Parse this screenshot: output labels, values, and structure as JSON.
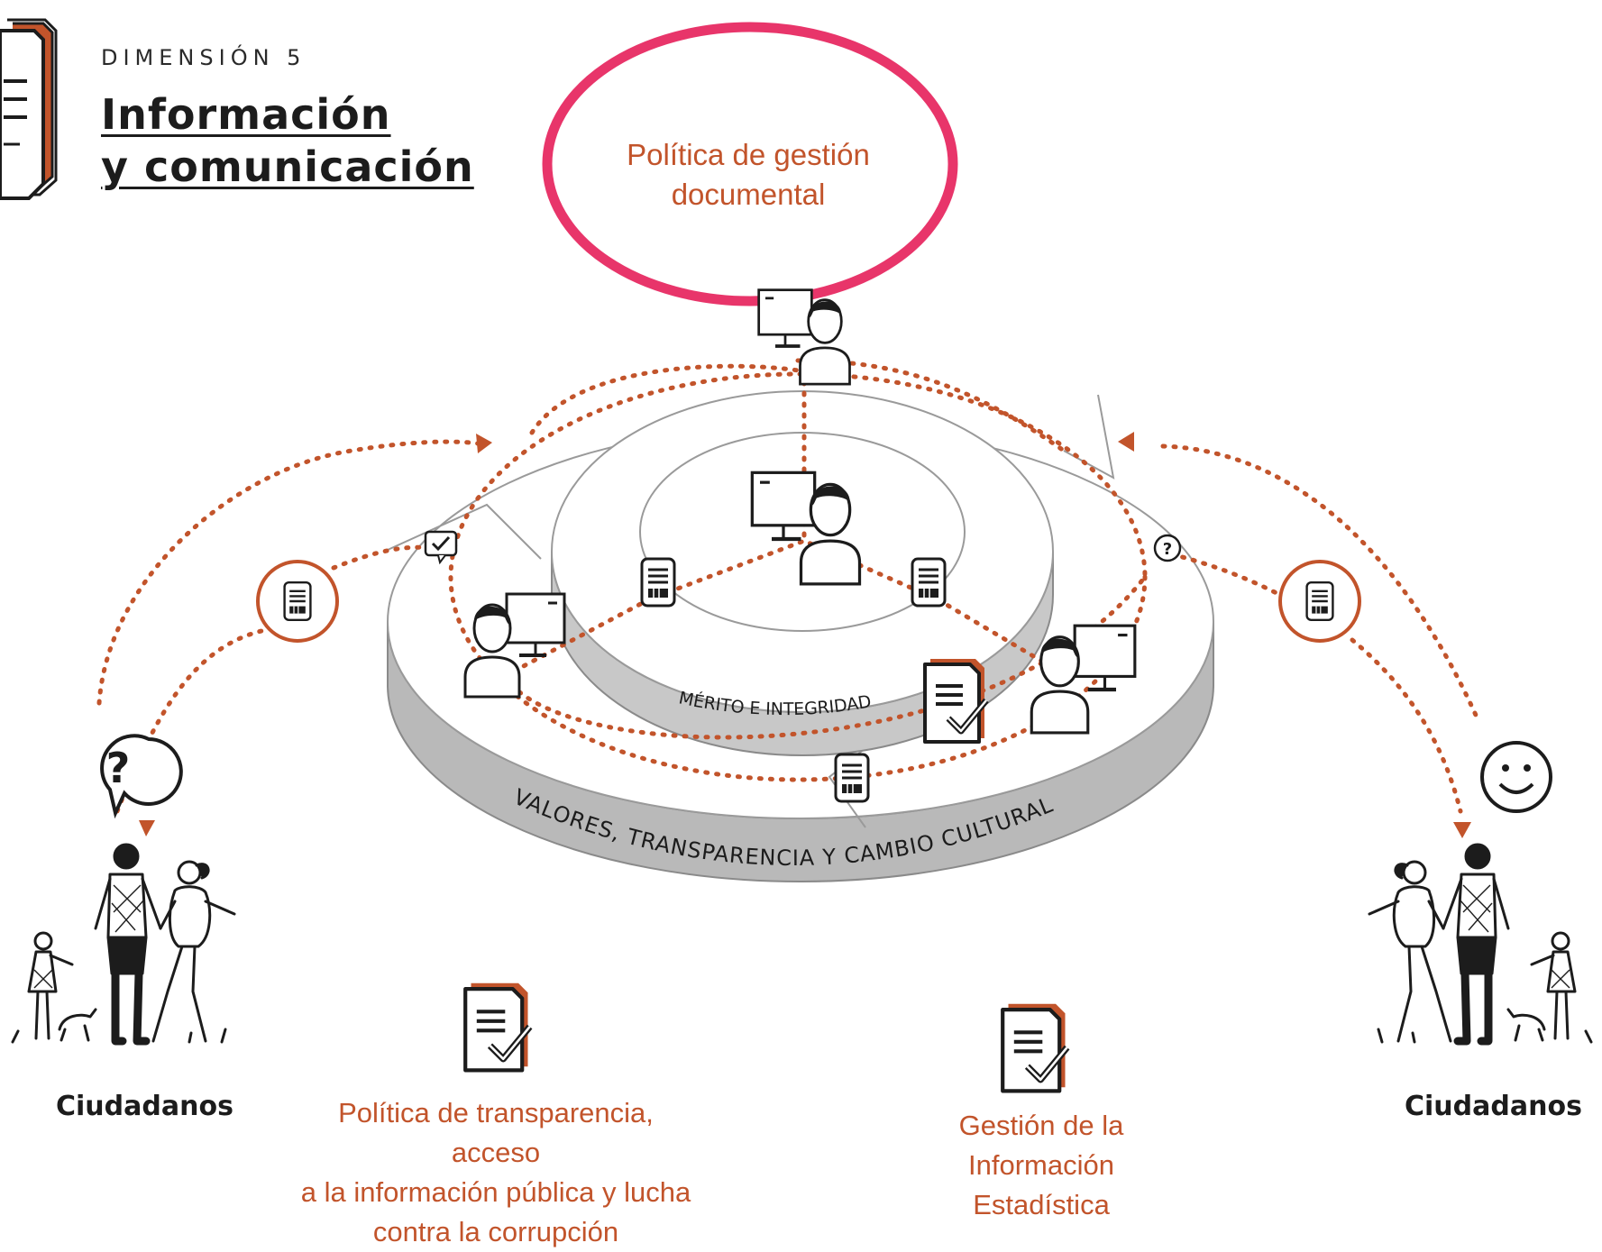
{
  "header": {
    "dimension_label": "DIMENSIÓN 5",
    "title_line1": "Información",
    "title_line2": "y comunicación"
  },
  "highlight": {
    "policy_line1": "Política de gestión",
    "policy_line2": "documental",
    "ring_color": "#e8356a"
  },
  "ring_labels": {
    "inner": "MÉRITO E INTEGRIDAD",
    "outer": "VALORES, TRANSPARENCIA Y CAMBIO CULTURAL"
  },
  "captions": {
    "citizens_left": "Ciudadanos",
    "citizens_right": "Ciudadanos",
    "transparency_line1": "Política de transparencia, acceso",
    "transparency_line2": "a la información pública y lucha",
    "transparency_line3": "contra la corrupción",
    "statistics_line1": "Gestión de la Información",
    "statistics_line2": "Estadística"
  },
  "colors": {
    "accent": "#c2542b",
    "ring_gray": "#c4c4c4",
    "ring_dark": "#a9a9a9",
    "ink": "#1c1c1c"
  },
  "icons": [
    "document-stack-icon",
    "person-computer-icon",
    "document-icon",
    "checklist-document-icon",
    "question-bubble-icon",
    "smiley-icon",
    "check-bubble-icon",
    "citizens-family-illustration"
  ]
}
